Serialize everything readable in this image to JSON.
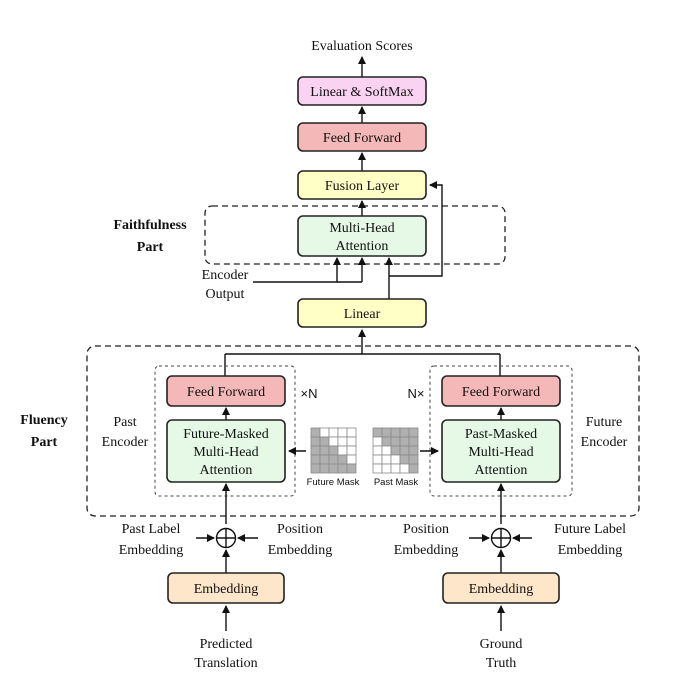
{
  "colors": {
    "pink_box": "#fbd3f2",
    "red_box": "#f4b8b8",
    "yellow_box": "#ffffc6",
    "green_box": "#e5f9e6",
    "orange_box": "#fde6c9",
    "mask_gray": "#b0b0b0"
  },
  "top": {
    "output_label": "Evaluation Scores"
  },
  "boxes": {
    "linear_softmax": "Linear & SoftMax",
    "feed_forward_top": "Feed Forward",
    "fusion_layer": "Fusion Layer",
    "mha_line1": "Multi-Head",
    "mha_line2": "Attention",
    "linear": "Linear"
  },
  "faithfulness": {
    "line1": "Faithfulness",
    "line2": "Part"
  },
  "encoder_output": {
    "line1": "Encoder",
    "line2": "Output"
  },
  "fluency": {
    "line1": "Fluency",
    "line2": "Part"
  },
  "past_encoder": {
    "label1": "Past",
    "label2": "Encoder",
    "feed_forward": "Feed Forward",
    "attn1": "Future-Masked",
    "attn2": "Multi-Head",
    "attn3": "Attention",
    "repeat": "×N"
  },
  "future_encoder": {
    "label1": "Future",
    "label2": "Encoder",
    "feed_forward": "Feed Forward",
    "attn1": "Past-Masked",
    "attn2": "Multi-Head",
    "attn3": "Attention",
    "repeat": "N×"
  },
  "masks": {
    "future": "Future Mask",
    "past": "Past Mask"
  },
  "left_input": {
    "past_label_1": "Past Label",
    "past_label_2": "Embedding",
    "position_1": "Position",
    "position_2": "Embedding",
    "embedding": "Embedding",
    "source_1": "Predicted",
    "source_2": "Translation"
  },
  "right_input": {
    "position_1": "Position",
    "position_2": "Embedding",
    "future_label_1": "Future Label",
    "future_label_2": "Embedding",
    "embedding": "Embedding",
    "source_1": "Ground",
    "source_2": "Truth"
  }
}
